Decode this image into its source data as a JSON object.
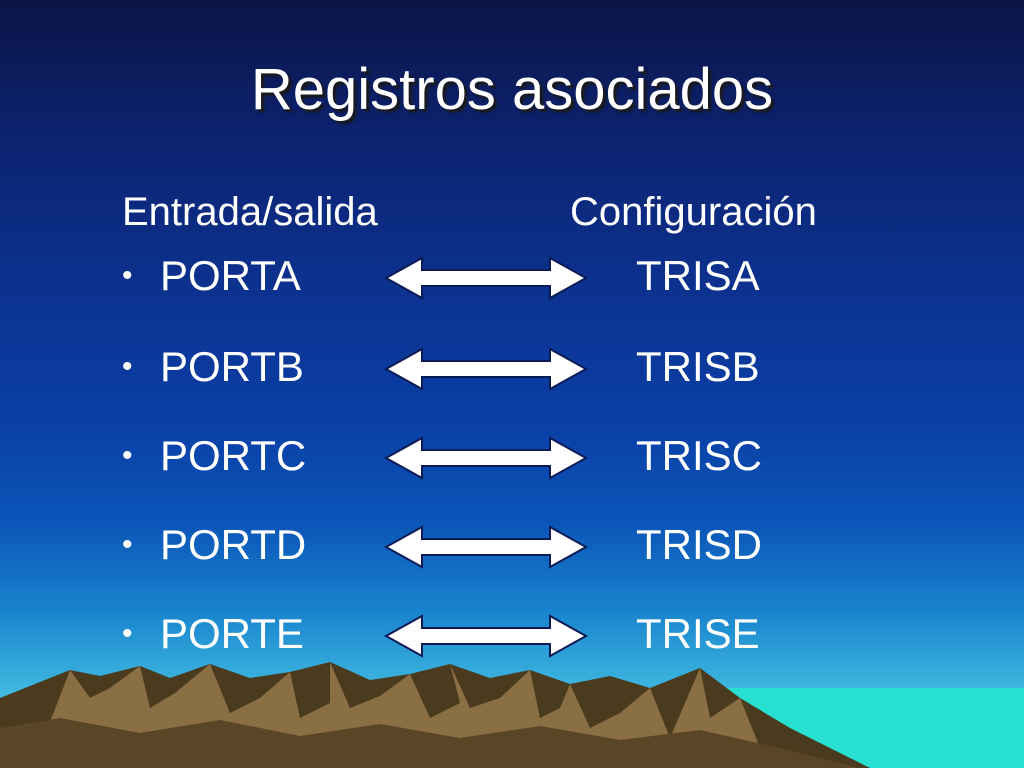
{
  "slide": {
    "title": "Registros asociados",
    "left_heading": "Entrada/salida",
    "right_heading": "Configuración",
    "bullet_glyph": "•",
    "rows": [
      {
        "port": "PORTA",
        "tris": "TRISA"
      },
      {
        "port": "PORTB",
        "tris": "TRISB"
      },
      {
        "port": "PORTC",
        "tris": "TRISC"
      },
      {
        "port": "PORTD",
        "tris": "TRISD"
      },
      {
        "port": "PORTE",
        "tris": "TRISE"
      }
    ]
  },
  "colors": {
    "text": "#ffffff",
    "arrow_fill": "#ffffff",
    "arrow_stroke": "#0a1a55",
    "mountain_dark": "#4a3a1e",
    "mountain_light": "#8a6f45",
    "sea": "#27e0d0"
  },
  "icons": {
    "arrow": "double-headed-arrow-icon",
    "background": "mountain-landscape"
  }
}
